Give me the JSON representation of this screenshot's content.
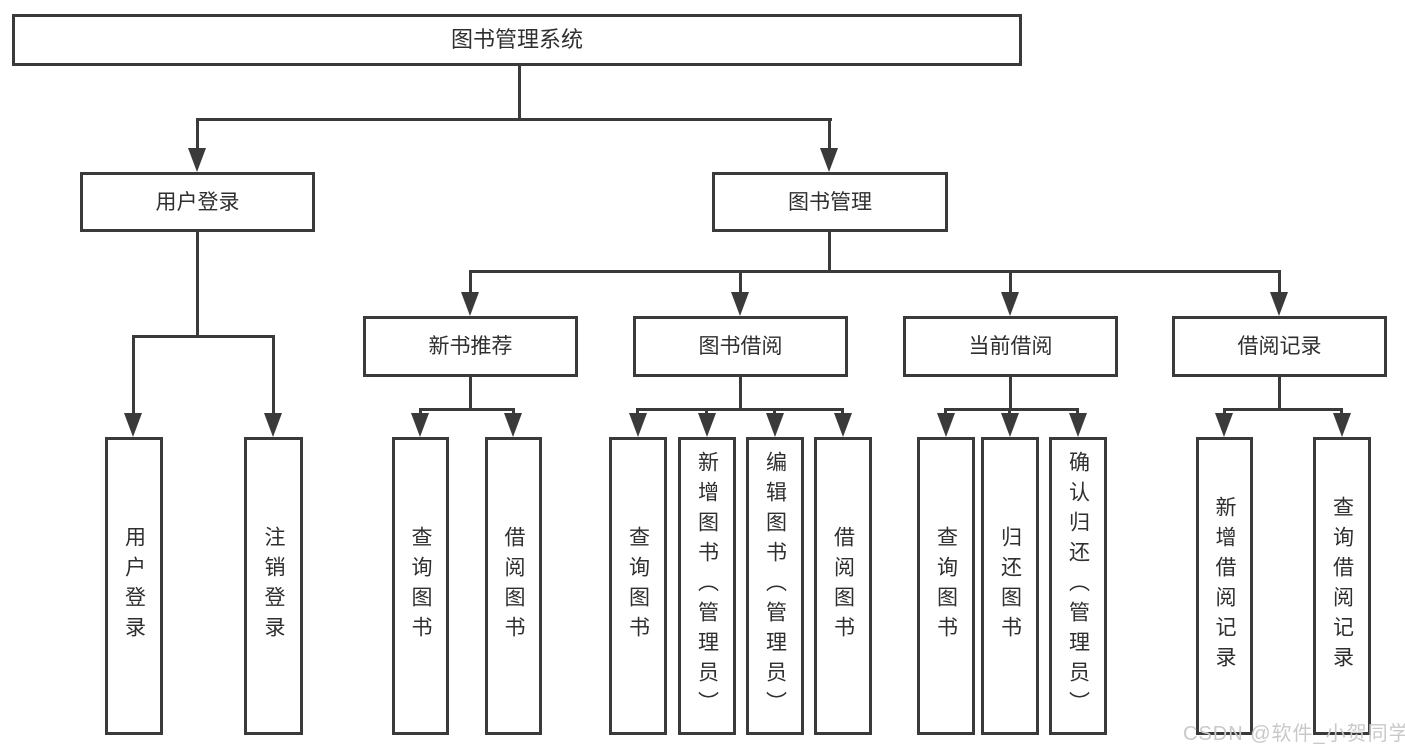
{
  "diagram_title": "图书管理系统",
  "watermark": "CSDN @软件_小贺同学",
  "colors": {
    "line": "#3a3a3a",
    "box_border": "#3a3a3a",
    "box_background": "#ffffff",
    "text": "#2f2f2f",
    "watermark": "#c9c9c9",
    "page_background": "#ffffff"
  },
  "tree": {
    "label": "图书管理系统",
    "children": [
      {
        "label": "用户登录",
        "children": [
          {
            "label": "用户登录"
          },
          {
            "label": "注销登录"
          }
        ]
      },
      {
        "label": "图书管理",
        "children": [
          {
            "label": "新书推荐",
            "children": [
              {
                "label": "查询图书"
              },
              {
                "label": "借阅图书"
              }
            ]
          },
          {
            "label": "图书借阅",
            "children": [
              {
                "label": "查询图书"
              },
              {
                "label": "新增图书（管理员）"
              },
              {
                "label": "编辑图书（管理员）"
              },
              {
                "label": "借阅图书"
              }
            ]
          },
          {
            "label": "当前借阅",
            "children": [
              {
                "label": "查询图书"
              },
              {
                "label": "归还图书"
              },
              {
                "label": "确认归还（管理员）"
              }
            ]
          },
          {
            "label": "借阅记录",
            "children": [
              {
                "label": "新增借阅记录"
              },
              {
                "label": "查询借阅记录"
              }
            ]
          }
        ]
      }
    ]
  }
}
